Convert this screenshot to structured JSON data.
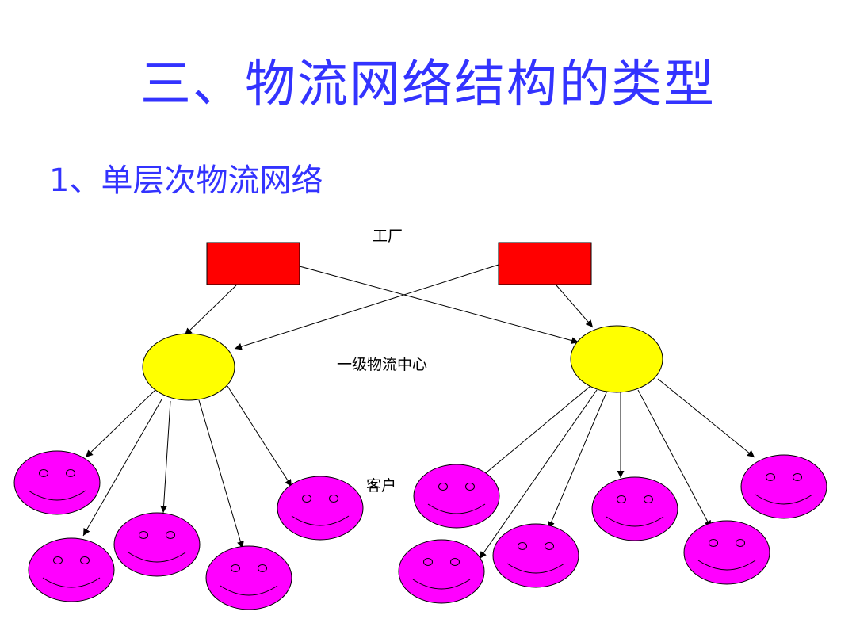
{
  "slide": {
    "title": "三、物流网络结构的类型",
    "subtitle": "1、单层次物流网络"
  },
  "labels": {
    "factory": "工厂",
    "center": "一级物流中心",
    "customer": "客户"
  },
  "colors": {
    "heading": "#3333ff",
    "factory_fill": "#ff0000",
    "center_fill": "#ffff00",
    "customer_fill": "#ff00ff",
    "outline": "#000000"
  }
}
